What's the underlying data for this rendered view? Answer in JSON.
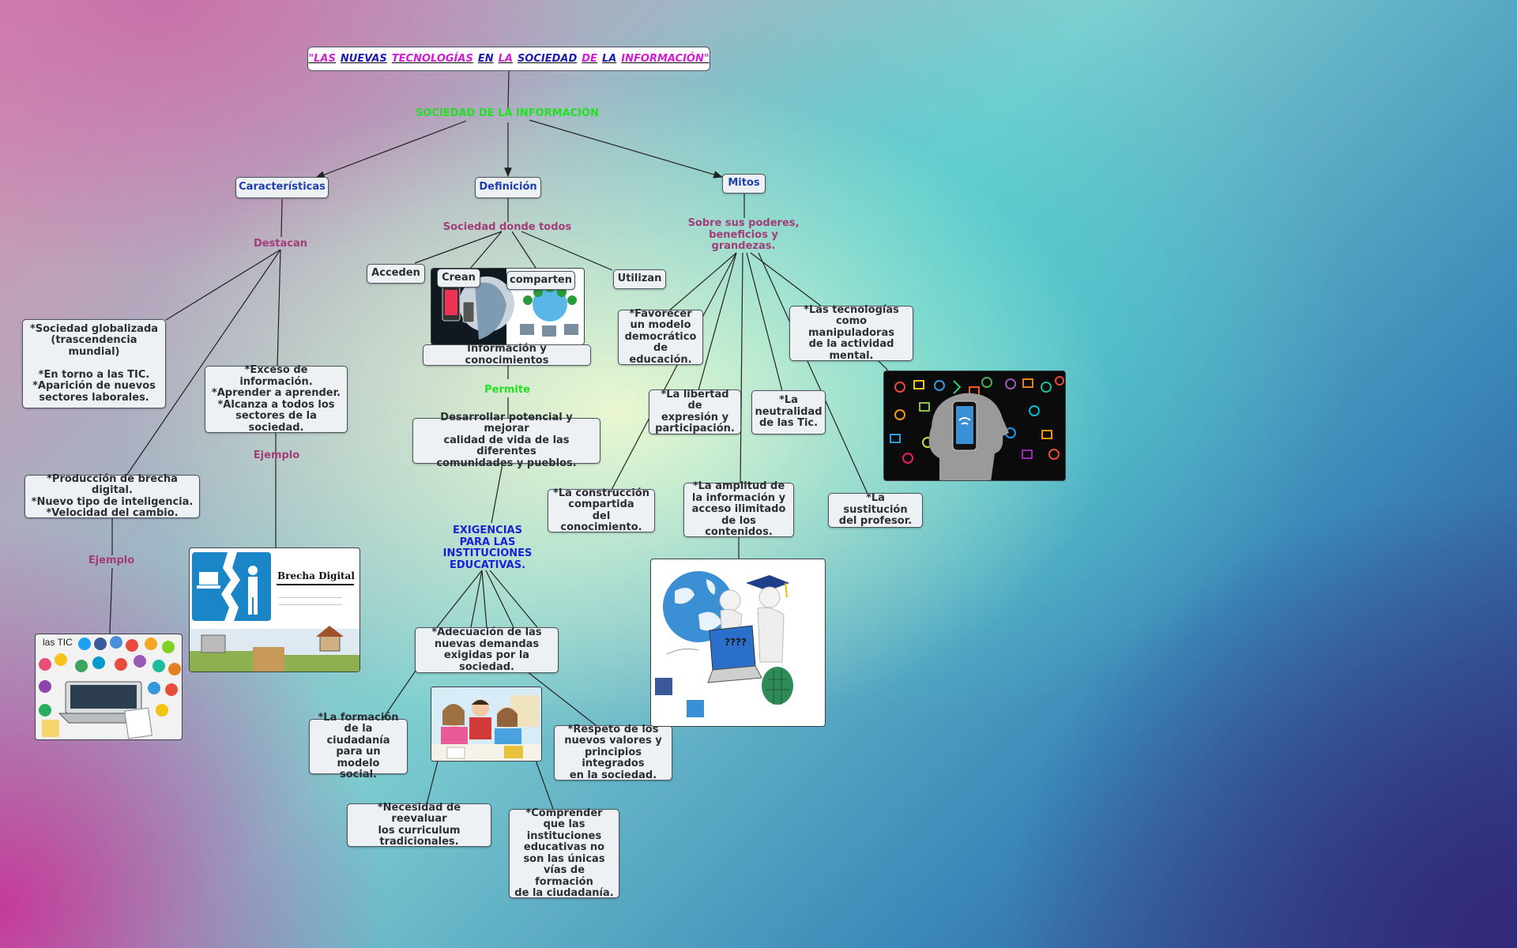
{
  "title": {
    "words": [
      "\"LAS",
      "NUEVAS",
      "TECNOLOGÍAS",
      "EN",
      "LA",
      "SOCIEDAD",
      "DE",
      "LA",
      "INFORMACIÓN\""
    ],
    "colors": [
      "#d21ed2",
      "#1c1cb0",
      "#d21ed2",
      "#1c1cb0",
      "#d21ed2",
      "#1c1cb0",
      "#d21ed2",
      "#1c1cb0",
      "#d21ed2"
    ]
  },
  "labels": {
    "sociedad": "SOCIEDAD DE LA INFORMACIÓN",
    "destacan": "Destacan",
    "sociedad_donde": "Sociedad donde todos",
    "sobre": "Sobre sus poderes,\nbeneficios y\ngrandezas.",
    "permite": "Permite",
    "ejemplo1": "Ejemplo",
    "ejemplo2": "Ejemplo",
    "exigencias": "EXIGENCIAS\nPARA LAS\nINSTITUCIONES\nEDUCATIVAS."
  },
  "nodes": {
    "caracteristicas": "Características",
    "definicion": "Definición",
    "mitos": "Mitos",
    "acceden": "Acceden",
    "crean": "Crean",
    "comparten": "comparten",
    "utilizan": "Utilizan",
    "info_conocimientos": "Información y conocimientos",
    "desarrollar": "Desarrollar potencial y mejorar\ncalidad de vida de las diferentes\ncomunidades y pueblos.",
    "globalizada": "*Sociedad globalizada\n(trascendencia mundial)\n\n*En torno a las TIC.\n*Aparición de nuevos\nsectores laborales.",
    "exceso": "*Exceso de información.\n*Aprender a aprender.\n*Alcanza a todos los\nsectores de la sociedad.",
    "brecha": "*Producción de brecha digital.\n*Nuevo tipo de inteligencia.\n*Velocidad del cambio.",
    "favorecer": "*Favorecer\nun modelo\ndemocrático\nde educación.",
    "manipuladoras": "*Las tecnologías\ncomo manipuladoras\nde la actividad\nmental.",
    "libertad": "*La libertad de\nexpresión y\nparticipación.",
    "neutralidad": "*La\nneutralidad\nde las Tic.",
    "construccion": "*La construcción\ncompartida\ndel conocimiento.",
    "amplitud": "*La amplitud de\nla información y\nacceso ilimitado\nde los contenidos.",
    "sustitucion": "*La sustitución\ndel profesor.",
    "adecuacion": "*Adecuación de las\nnuevas demandas\nexigidas por la sociedad.",
    "formacion": "*La formación\nde la ciudadanía\npara un modelo\nsocial.",
    "respeto": "*Respeto de los\nnuevos valores y\nprincipios integrados\nen la sociedad.",
    "reevaluar": "*Necesidad de reevaluar\nlos curriculum\ntradicionales.",
    "comprender": "*Comprender\nque las\ninstituciones\neducativas no\nson las únicas\nvías de formación\nde la ciudadanía."
  },
  "images": {
    "brecha_digital_text": "Brecha Digital",
    "tic_text": "las TIC",
    "laptop_text": "????"
  }
}
